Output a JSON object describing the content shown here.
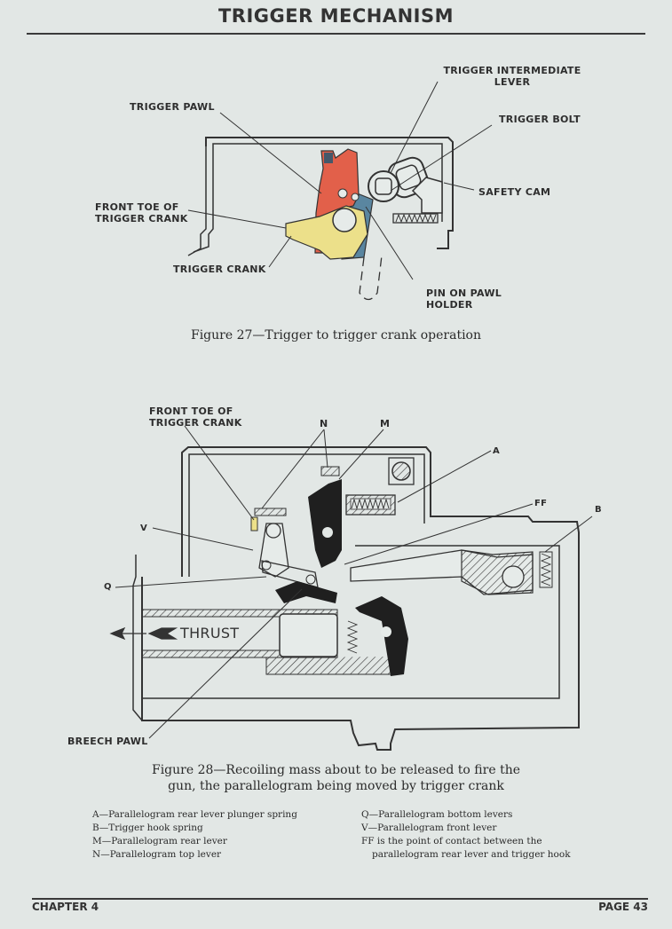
{
  "header": {
    "title": "TRIGGER MECHANISM"
  },
  "figure27": {
    "labels": {
      "trigger_intermediate_lever_1": "TRIGGER INTERMEDIATE",
      "trigger_intermediate_lever_2": "LEVER",
      "trigger_pawl": "TRIGGER PAWL",
      "trigger_bolt": "TRIGGER BOLT",
      "safety_cam": "SAFETY CAM",
      "front_toe_1": "FRONT TOE OF",
      "front_toe_2": "TRIGGER CRANK",
      "trigger_crank": "TRIGGER CRANK",
      "pin_on_pawl_holder_1": "PIN ON PAWL",
      "pin_on_pawl_holder_2": "HOLDER"
    },
    "caption": "Figure 27—Trigger to trigger crank operation",
    "colors": {
      "trigger_pawl": "#e2604a",
      "trigger_crank": "#ece08a",
      "pawl_holder": "#5a86a0"
    }
  },
  "figure28": {
    "labels": {
      "front_toe_1": "FRONT TOE OF",
      "front_toe_2": "TRIGGER CRANK",
      "n": "N",
      "m": "M",
      "a": "A",
      "ff": "FF",
      "b": "B",
      "v": "V",
      "q": "Q",
      "thrust": "THRUST",
      "breech_pawl": "BREECH PAWL"
    },
    "caption_line1": "Figure 28—Recoiling mass about to be released to fire the",
    "caption_line2": "gun, the parallelogram being moved by trigger crank",
    "legend_left": [
      "A—Parallelogram rear lever plunger spring",
      "B—Trigger hook spring",
      "M—Parallelogram rear lever",
      "N—Parallelogram top lever"
    ],
    "legend_right": [
      "Q—Parallelogram bottom levers",
      "V—Parallelogram front lever",
      "FF is the point of contact between the",
      "parallelogram rear lever and trigger hook"
    ]
  },
  "footer": {
    "chapter": "CHAPTER 4",
    "page": "PAGE 43"
  }
}
